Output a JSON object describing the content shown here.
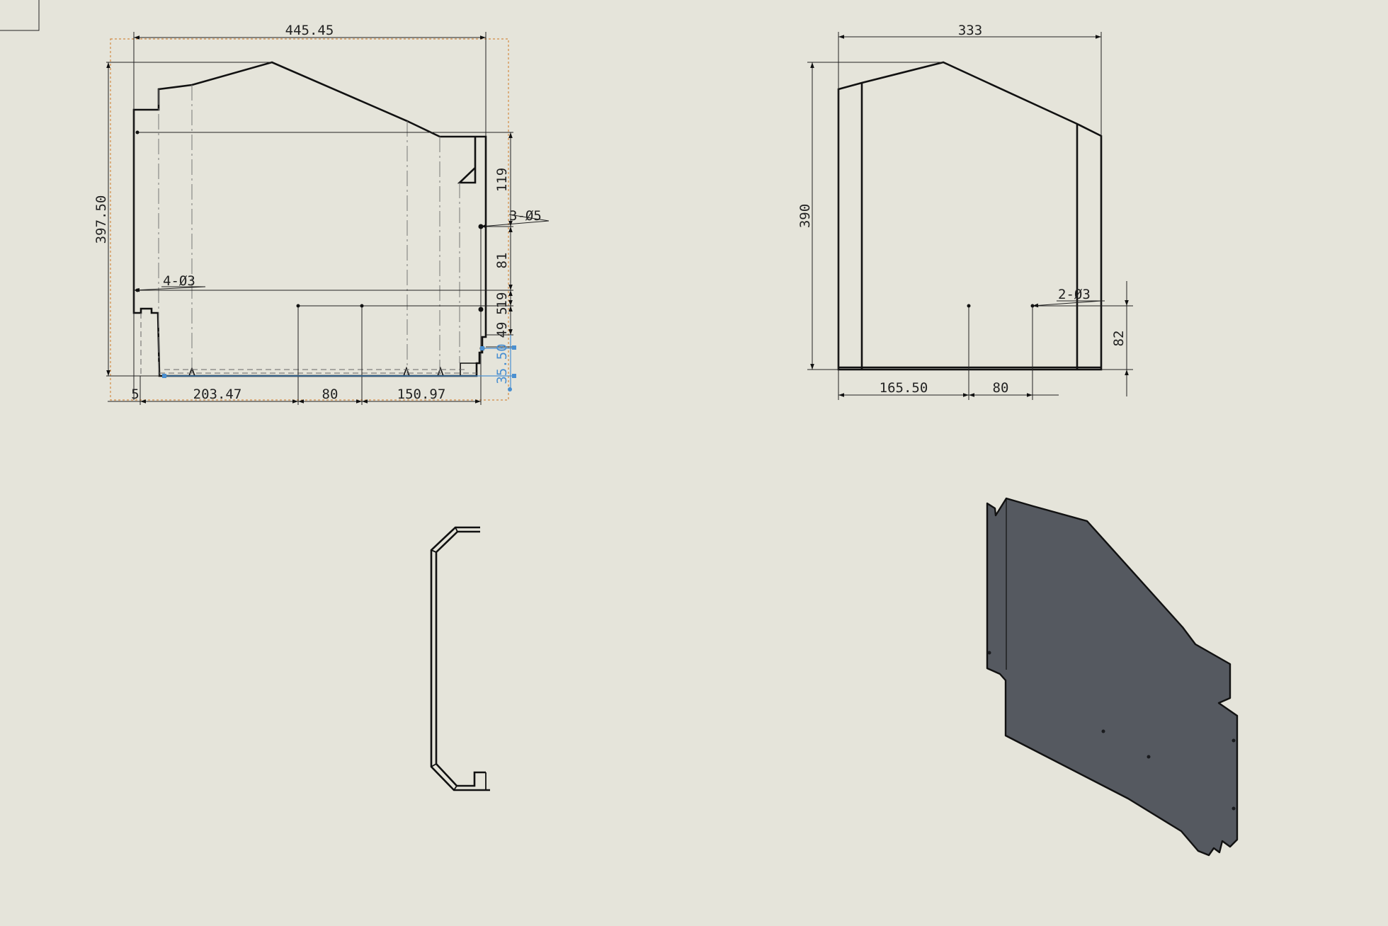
{
  "sheet": {
    "background": "#e5e4da",
    "line_color": "#111111",
    "selection_color": "#4a8fd0",
    "bounding_box_color": "#d28b43",
    "iso_fill": "#555960"
  },
  "front_view": {
    "dim_width": "445.45",
    "dim_height": "397.50",
    "dim_119": "119",
    "dim_81": "81",
    "dim_19": "19",
    "dim_5_small": "5",
    "dim_49": "49",
    "dim_35_50": "35.50",
    "dim_left_5": "5",
    "dim_203_47": "203.47",
    "dim_80": "80",
    "dim_150_97": "150.97",
    "hole_callout_5": "3-Ø5",
    "hole_callout_3": "4-Ø3"
  },
  "side_view": {
    "dim_width": "333",
    "dim_height": "390",
    "dim_165_50": "165.50",
    "dim_80": "80",
    "dim_82": "82",
    "hole_callout": "2-Ø3"
  }
}
